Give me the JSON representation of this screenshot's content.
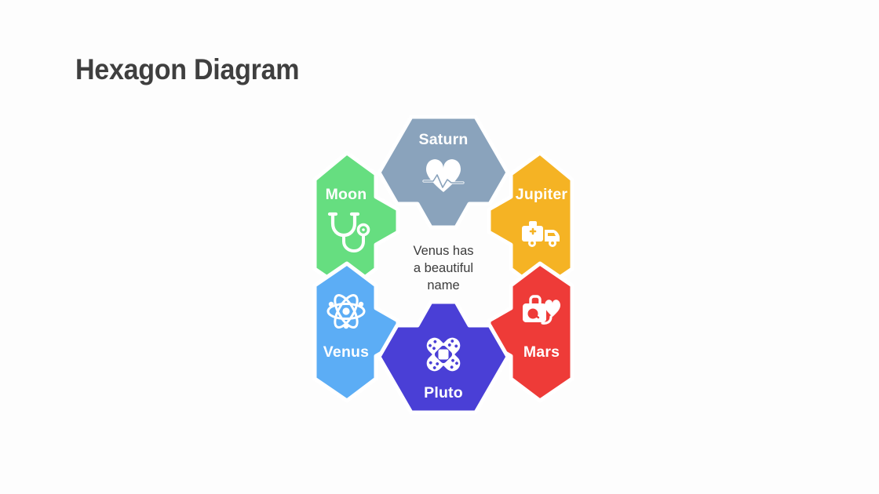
{
  "slide": {
    "title": "Hexagon Diagram",
    "background_color": "#fdfdfd",
    "title_color": "#3f3f3f"
  },
  "center": {
    "line1": "Venus has",
    "line2": "a beautiful",
    "line3": "name",
    "text_color": "#3c3c3c"
  },
  "hexagons": [
    {
      "id": "saturn",
      "label": "Saturn",
      "color": "#8aa3bc",
      "icon": "heart-pulse-icon",
      "label_position": "top",
      "position": "top-center"
    },
    {
      "id": "moon",
      "label": "Moon",
      "color": "#66de80",
      "icon": "stethoscope-icon",
      "label_position": "top",
      "position": "upper-left"
    },
    {
      "id": "jupiter",
      "label": "Jupiter",
      "color": "#f5b324",
      "icon": "ambulance-icon",
      "label_position": "top",
      "position": "upper-right"
    },
    {
      "id": "venus",
      "label": "Venus",
      "color": "#5cadf5",
      "icon": "atom-icon",
      "label_position": "bottom",
      "position": "lower-left"
    },
    {
      "id": "mars",
      "label": "Mars",
      "color": "#ee3b38",
      "icon": "medical-kit-heart-icon",
      "label_position": "bottom",
      "position": "lower-right"
    },
    {
      "id": "pluto",
      "label": "Pluto",
      "color": "#4a3fd6",
      "icon": "bandage-cross-icon",
      "label_position": "bottom",
      "position": "bottom-center"
    }
  ]
}
